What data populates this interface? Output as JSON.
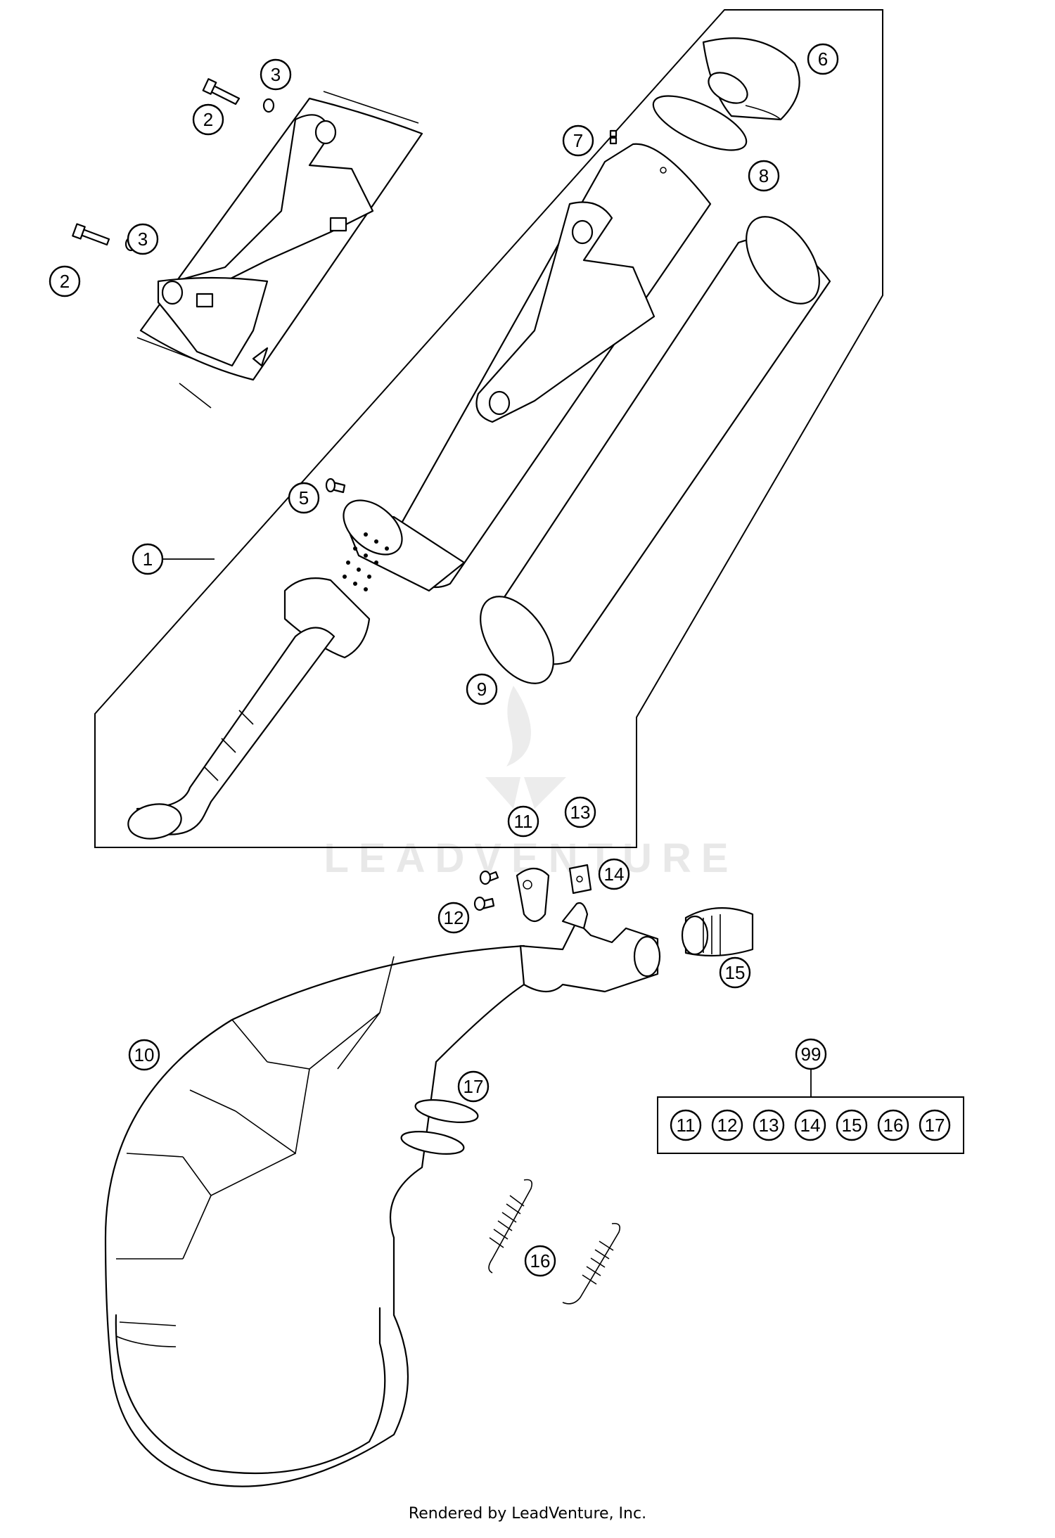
{
  "watermark": {
    "text": "LEADVENTURE"
  },
  "footer": {
    "credit": "Rendered by LeadVenture, Inc."
  },
  "callouts": {
    "c1": "1",
    "c2a": "2",
    "c2b": "2",
    "c3a": "3",
    "c3b": "3",
    "c5": "5",
    "c6": "6",
    "c7": "7",
    "c8": "8",
    "c9": "9",
    "c10": "10",
    "c11": "11",
    "c12": "12",
    "c13": "13",
    "c14": "14",
    "c15": "15",
    "c16": "16",
    "c17": "17",
    "c99": "99"
  },
  "kit": {
    "items": [
      "11",
      "12",
      "13",
      "14",
      "15",
      "16",
      "17"
    ]
  }
}
